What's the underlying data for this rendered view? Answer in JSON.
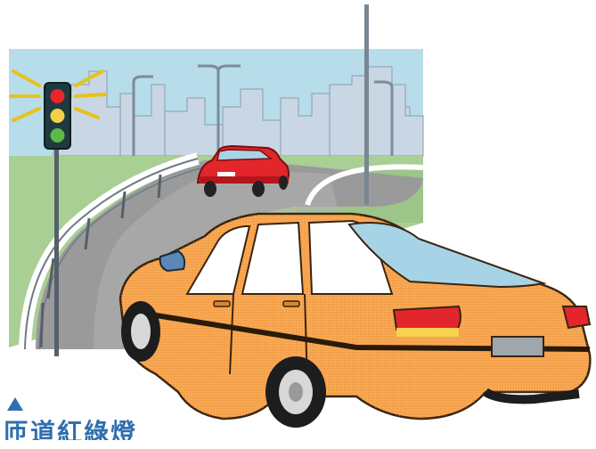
{
  "caption": {
    "text": "匝道紅綠燈",
    "marker": "triangle-up-icon",
    "color": "#2f6fae"
  },
  "scene": {
    "subject": "car-on-highway-ramp",
    "signal_lights": [
      "red",
      "yellow",
      "green"
    ],
    "colors": {
      "sky": "#b7dcea",
      "grass": "#a9cf94",
      "road": "#9a9a9a",
      "orange_car": "#f6a24a",
      "red_car": "#e2262c",
      "signal_red": "#e8262b",
      "signal_yellow": "#f2d04a",
      "signal_green": "#5db84a"
    }
  }
}
